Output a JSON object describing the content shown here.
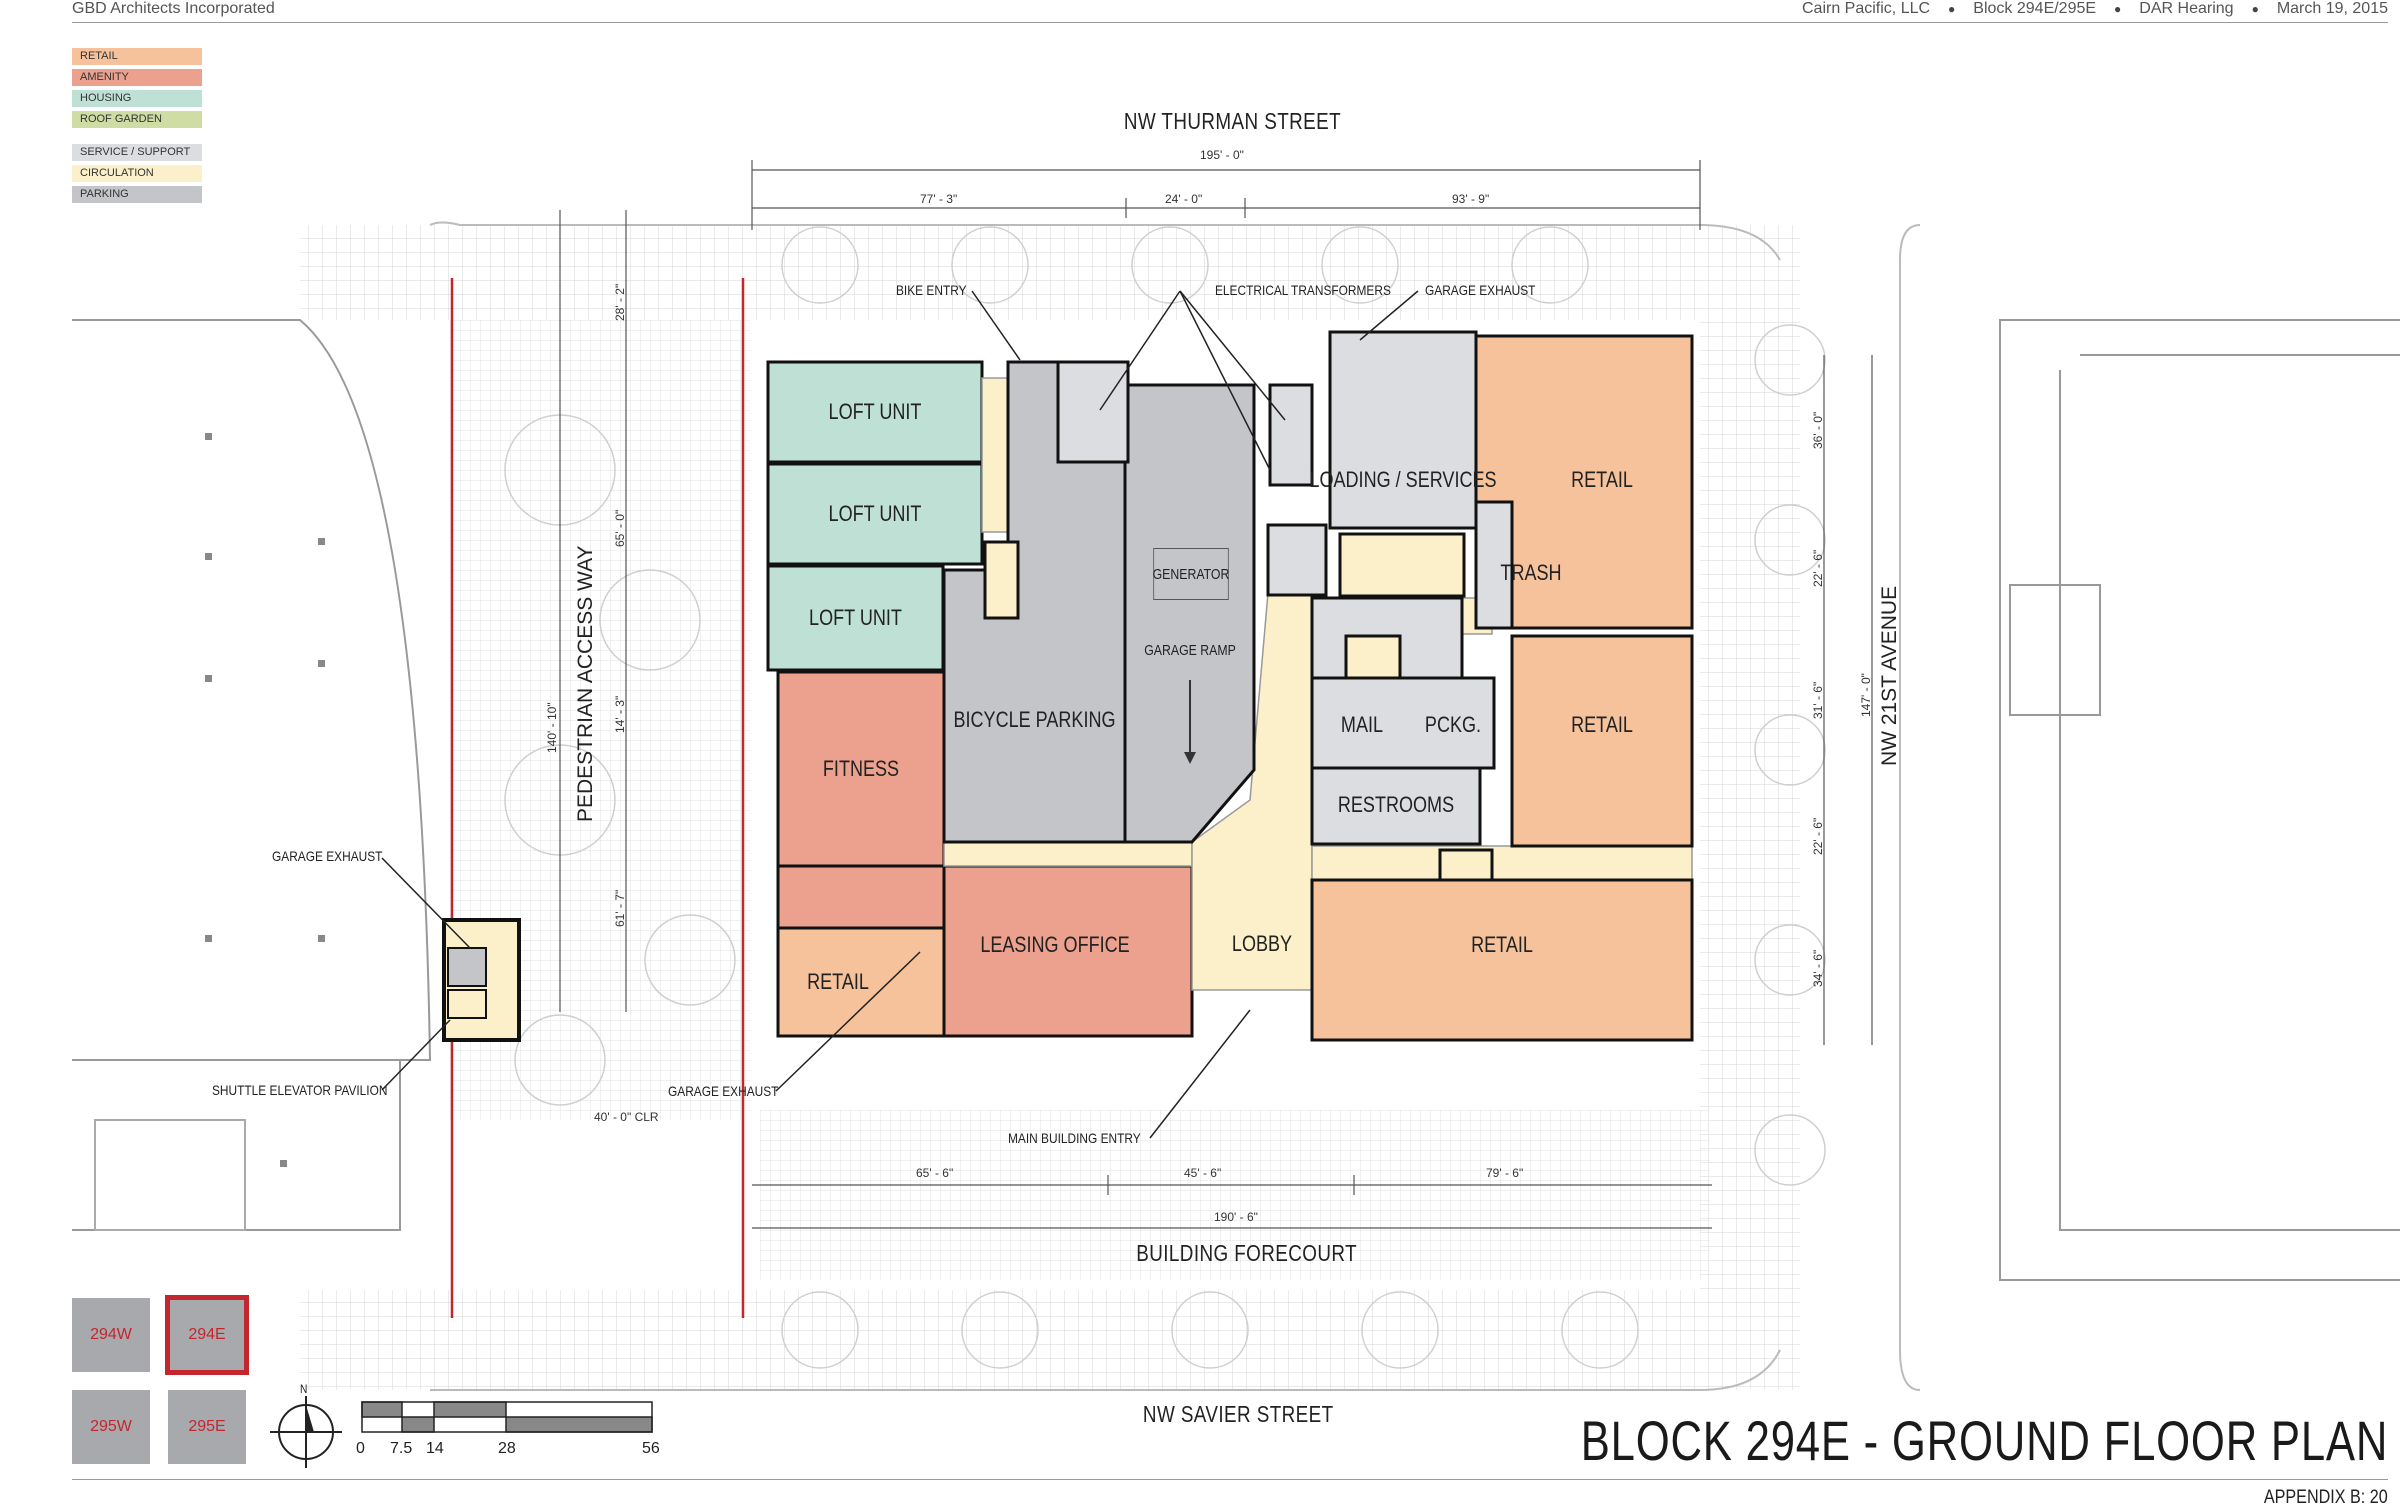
{
  "header": {
    "firm": "GBD Architects Incorporated",
    "client": "Cairn Pacific, LLC",
    "project": "Block 294E/295E",
    "meeting": "DAR Hearing",
    "date": "March 19, 2015"
  },
  "legend": [
    {
      "label": "RETAIL",
      "color": "#f6c29c"
    },
    {
      "label": "AMENITY",
      "color": "#eca08e"
    },
    {
      "label": "HOUSING",
      "color": "#bfe0d5"
    },
    {
      "label": "ROOF GARDEN",
      "color": "#cfdca4"
    },
    {
      "label": "SERVICE / SUPPORT",
      "color": "#dcdde0"
    },
    {
      "label": "CIRCULATION",
      "color": "#fbf0c9"
    },
    {
      "label": "PARKING",
      "color": "#c3c5c8"
    }
  ],
  "streets": {
    "north": "NW THURMAN STREET",
    "south": "NW SAVIER STREET",
    "east": "NW 21ST AVENUE",
    "west": "PEDESTRIAN ACCESS WAY",
    "forecourt": "BUILDING FORECOURT"
  },
  "rooms": {
    "loft1": "LOFT UNIT",
    "loft2": "LOFT UNIT",
    "loft3": "LOFT UNIT",
    "fitness": "FITNESS",
    "retail_w": "RETAIL",
    "leasing": "LEASING OFFICE",
    "bicycle": "BICYCLE PARKING",
    "generator": "GENERATOR",
    "ramp": "GARAGE RAMP",
    "lobby": "LOBBY",
    "loading": "LOADING / SERVICES",
    "trash": "TRASH",
    "mail": "MAIL",
    "pckg": "PCKG.",
    "restrooms": "RESTROOMS",
    "retail_ne": "RETAIL",
    "retail_e": "RETAIL",
    "retail_se": "RETAIL"
  },
  "callouts": {
    "bike_entry": "BIKE ENTRY",
    "electrical": "ELECTRICAL TRANSFORMERS",
    "garage_exhaust_n": "GARAGE EXHAUST",
    "garage_exhaust_w": "GARAGE EXHAUST",
    "garage_exhaust_s": "GARAGE EXHAUST",
    "shuttle": "SHUTTLE ELEVATOR PAVILION",
    "main_entry": "MAIN BUILDING ENTRY"
  },
  "dimensions": {
    "overall_n": "195' - 0\"",
    "seg_n1": "77' - 3\"",
    "seg_n2": "24' - 0\"",
    "seg_n3": "93' - 9\"",
    "overall_s": "190' - 6\"",
    "seg_s1": "65' - 6\"",
    "seg_s2": "45' - 6\"",
    "seg_s3": "79' - 6\"",
    "clr": "40' - 0\" CLR",
    "w1": "28' - 2\"",
    "w2": "65' - 0\"",
    "w3": "14' - 3\"",
    "w4": "61' - 7\"",
    "w_total": "140' - 10\"",
    "e1": "36' - 0\"",
    "e2": "22' - 6\"",
    "e3": "31' - 6\"",
    "e4": "22' - 6\"",
    "e5": "34' - 6\"",
    "e_total": "147' - 0\""
  },
  "key_blocks": [
    {
      "label": "294W",
      "active": false
    },
    {
      "label": "294E",
      "active": true
    },
    {
      "label": "295W",
      "active": false
    },
    {
      "label": "295E",
      "active": false
    }
  ],
  "north_arrow": "N",
  "scale": [
    "0",
    "7.5",
    "14",
    "28",
    "56"
  ],
  "title": "BLOCK 294E - GROUND FLOOR PLAN",
  "appendix": "APPENDIX B: 20"
}
